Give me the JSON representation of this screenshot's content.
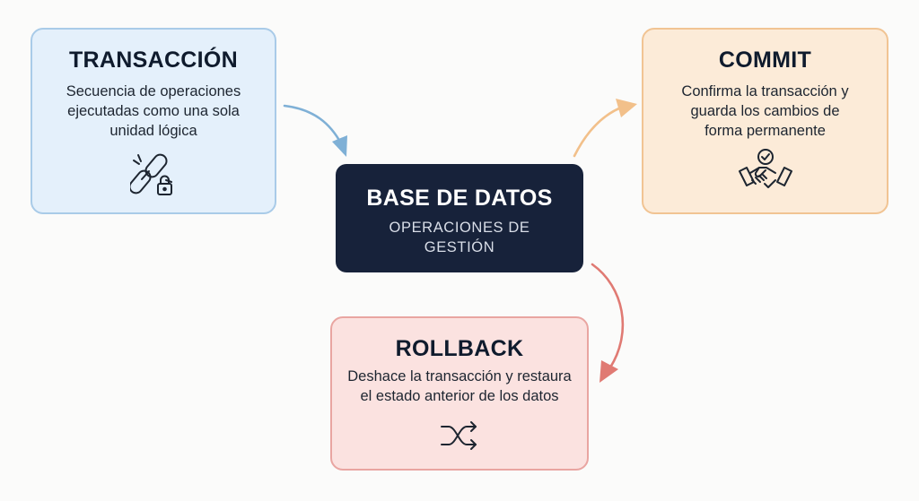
{
  "transaction": {
    "title": "TRANSACCIÓN",
    "desc": [
      "Secuencia de operaciones",
      "ejecutadas como una sola",
      "unidad lógica"
    ],
    "icon": "broken-link-lock-icon",
    "color": "#a9cbe8"
  },
  "database": {
    "title": "BASE DE DATOS",
    "desc": [
      "OPERACIONES DE",
      "GESTIÓN"
    ],
    "color": "#17223a"
  },
  "commit": {
    "title": "COMMIT",
    "desc": [
      "Confirma la transacción y",
      "guarda los cambios de",
      "forma permanente"
    ],
    "icon": "handshake-check-icon",
    "color": "#f1c493"
  },
  "rollback": {
    "title": "ROLLBACK",
    "desc": [
      "Deshace la transacción y restaura",
      "el estado anterior de los datos"
    ],
    "icon": "shuffle-icon",
    "color": "#e9a5a1"
  },
  "arrows": [
    {
      "from": "transaction",
      "to": "database",
      "color": "#7fb0d6"
    },
    {
      "from": "database",
      "to": "commit",
      "color": "#f2c08a"
    },
    {
      "from": "database",
      "to": "rollback",
      "color": "#e07a73"
    }
  ]
}
